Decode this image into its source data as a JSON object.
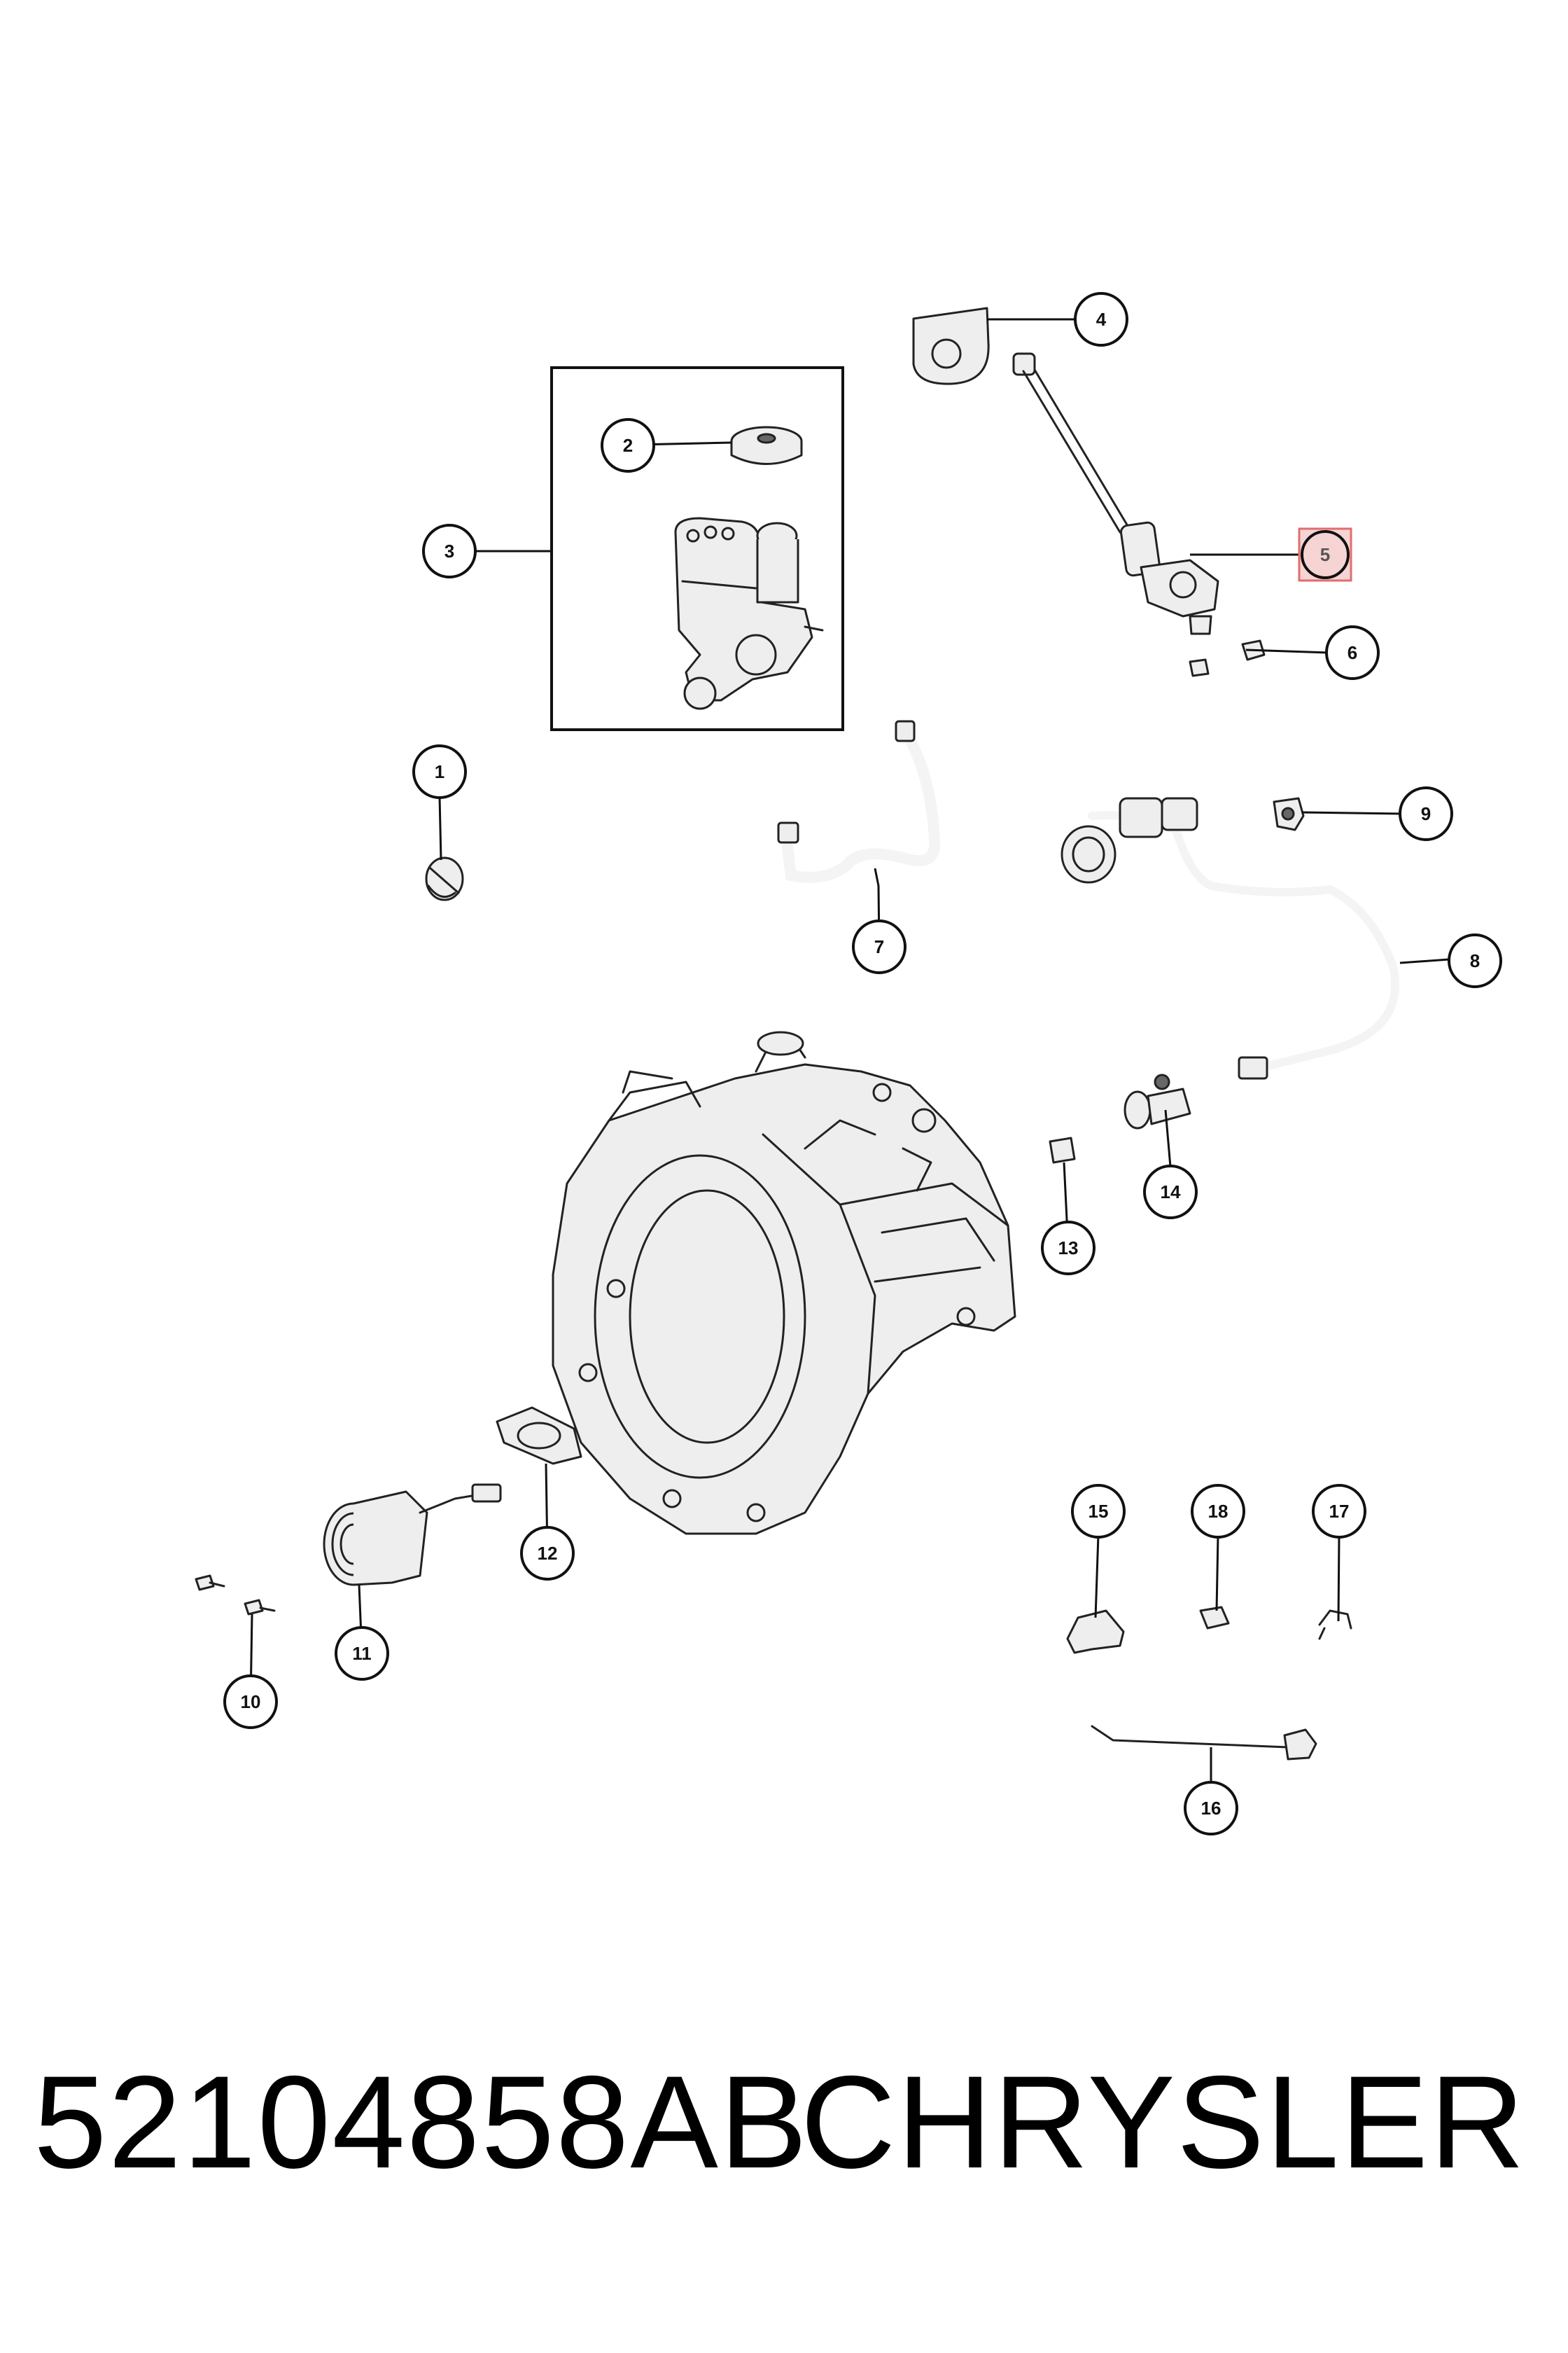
{
  "callouts": {
    "c1": "1",
    "c2": "2",
    "c3": "3",
    "c4": "4",
    "c5": "5",
    "c6": "6",
    "c7": "7",
    "c8": "8",
    "c9": "9",
    "c10": "10",
    "c11": "11",
    "c12": "12",
    "c13": "13",
    "c14": "14",
    "c15": "15",
    "c16": "16",
    "c17": "17",
    "c18": "18"
  },
  "highlight": {
    "callout": "5",
    "color": "#e26d6d"
  },
  "footer": {
    "part_number": "52104858AB",
    "brand": "CHRYSLER"
  }
}
